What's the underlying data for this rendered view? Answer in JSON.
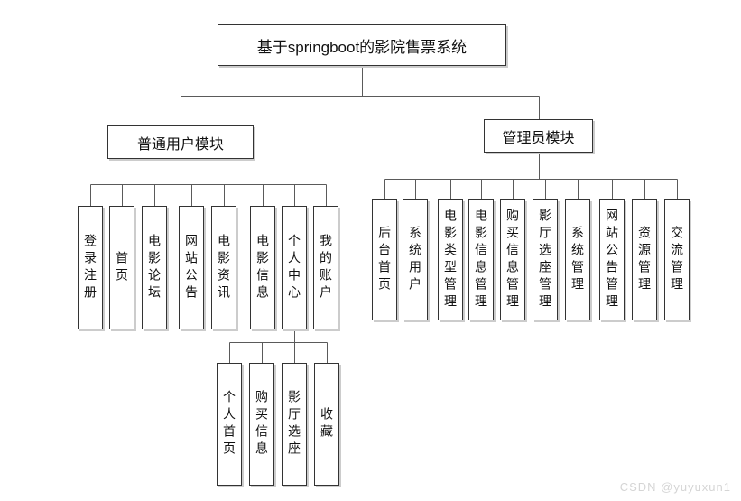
{
  "diagram": {
    "title": "基于springboot的影院售票系统",
    "watermark": "CSDN @yuyuxun1",
    "colors": {
      "line": "#5a5a5a",
      "box_border": "#333333",
      "box_background": "#ffffff",
      "box_shadow": "#cccccc",
      "text": "#111111",
      "watermark": "#d5d5d5"
    },
    "nodes": [
      {
        "id": "root",
        "label": "基于springboot的影院售票系统",
        "parent": null
      },
      {
        "id": "user-module",
        "label": "普通用户模块",
        "parent": "root"
      },
      {
        "id": "admin-module",
        "label": "管理员模块",
        "parent": "root"
      },
      {
        "id": "login-register",
        "label": "登录注册",
        "parent": "user-module"
      },
      {
        "id": "home",
        "label": "首页",
        "parent": "user-module"
      },
      {
        "id": "movie-forum",
        "label": "电影论坛",
        "parent": "user-module"
      },
      {
        "id": "site-announcement",
        "label": "网站公告",
        "parent": "user-module"
      },
      {
        "id": "movie-news",
        "label": "电影资讯",
        "parent": "user-module"
      },
      {
        "id": "movie-info",
        "label": "电影信息",
        "parent": "user-module"
      },
      {
        "id": "personal-center",
        "label": "个人中心",
        "parent": "user-module"
      },
      {
        "id": "my-account",
        "label": "我的账户",
        "parent": "user-module"
      },
      {
        "id": "personal-home",
        "label": "个人首页",
        "parent": "personal-center"
      },
      {
        "id": "purchase-info",
        "label": "购买信息",
        "parent": "personal-center"
      },
      {
        "id": "hall-seat",
        "label": "影厅选座",
        "parent": "personal-center"
      },
      {
        "id": "favorites",
        "label": "收藏",
        "parent": "personal-center"
      },
      {
        "id": "backend-home",
        "label": "后台首页",
        "parent": "admin-module"
      },
      {
        "id": "system-users",
        "label": "系统用户",
        "parent": "admin-module"
      },
      {
        "id": "movie-type-mgmt",
        "label": "电影类型管理",
        "parent": "admin-module"
      },
      {
        "id": "movie-info-mgmt",
        "label": "电影信息管理",
        "parent": "admin-module"
      },
      {
        "id": "purchase-info-mgmt",
        "label": "购买信息管理",
        "parent": "admin-module"
      },
      {
        "id": "hall-seat-mgmt",
        "label": "影厅选座管理",
        "parent": "admin-module"
      },
      {
        "id": "system-mgmt",
        "label": "系统管理",
        "parent": "admin-module"
      },
      {
        "id": "site-announcement-mgmt",
        "label": "网站公告管理",
        "parent": "admin-module"
      },
      {
        "id": "resource-mgmt",
        "label": "资源管理",
        "parent": "admin-module"
      },
      {
        "id": "exchange-mgmt",
        "label": "交流管理",
        "parent": "admin-module"
      }
    ]
  }
}
